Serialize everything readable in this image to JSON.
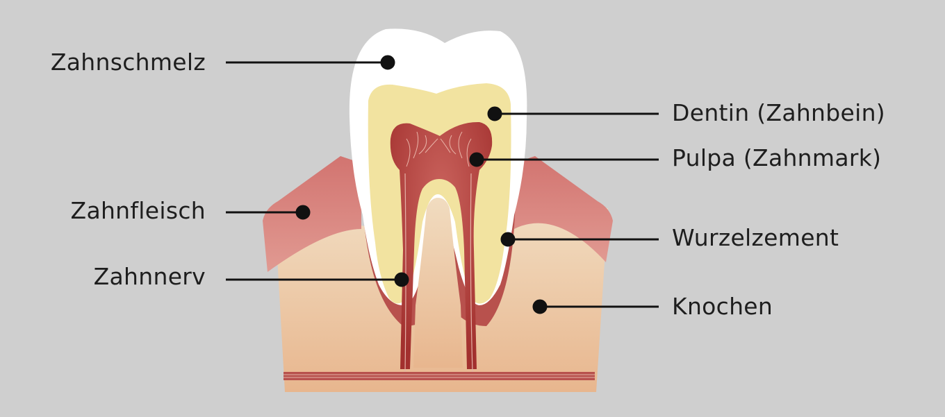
{
  "labels": {
    "enamel": "Zahnschmelz",
    "dentin": "Dentin (Zahnbein)",
    "pulp": "Pulpa (Zahnmark)",
    "gum": "Zahnfleisch",
    "cementum": "Wurzelzement",
    "nerve": "Zahnnerv",
    "bone": "Knochen"
  },
  "colors": {
    "background": "#cfcfcf",
    "enamel": "#ffffff",
    "dentin": "#f2e3a0",
    "pulp": "#b4423f",
    "gum": "#d98580",
    "bone": "#efd1ae",
    "cementum": "#b8514d",
    "leader": "#111111"
  }
}
